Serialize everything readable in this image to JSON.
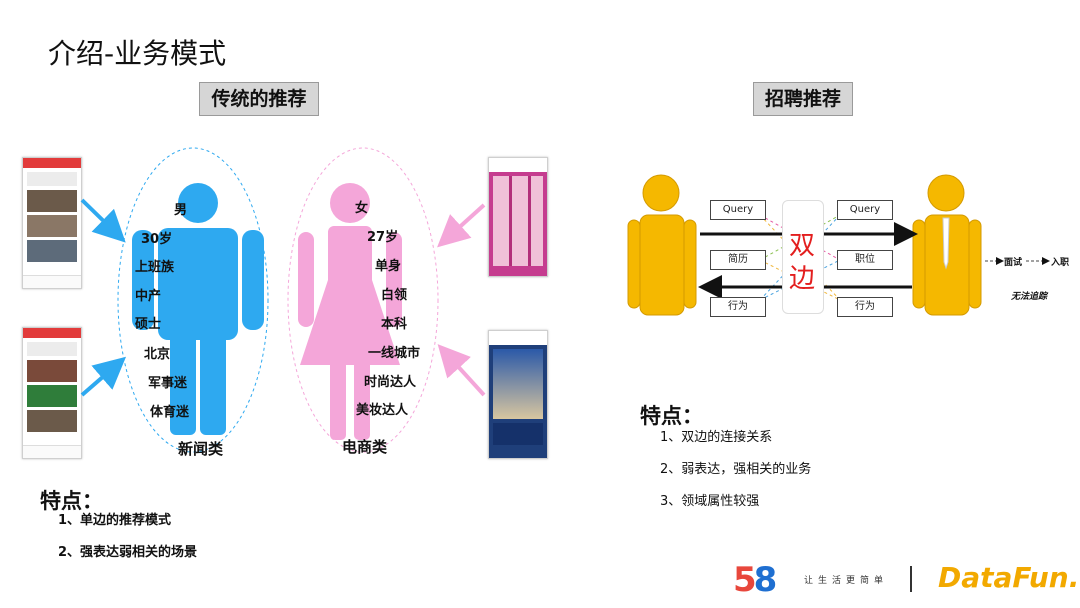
{
  "page": {
    "title": "介绍-业务模式"
  },
  "traditional": {
    "label": "传统的推荐",
    "male": {
      "attrs": [
        "男",
        "30岁",
        "上班族",
        "中产",
        "硕士",
        "北京",
        "军事迷",
        "体育迷"
      ],
      "caption": "新闻类",
      "color": "#2ea9f0"
    },
    "female": {
      "attrs": [
        "女",
        "27岁",
        "单身",
        "白领",
        "本科",
        "一线城市",
        "时尚达人",
        "美妆达人"
      ],
      "caption": "电商类",
      "color": "#f4a6d9"
    },
    "features": {
      "title": "特点：",
      "items": [
        "1、单边的推荐模式",
        "2、强表达弱相关的场景"
      ]
    }
  },
  "recruitment": {
    "label": "招聘推荐",
    "boxes": {
      "query_left": "Query",
      "query_right": "Query",
      "resume": "简历",
      "position": "职位",
      "behavior_left": "行为",
      "behavior_right": "行为"
    },
    "center_chars": [
      "双",
      "边"
    ],
    "interview": "面试",
    "onboard": "入职",
    "untraceable": "无法追踪",
    "person_color": "#f5b800",
    "features": {
      "title": "特点：",
      "items": [
        "1、双边的连接关系",
        "2、弱表达，强相关的业务",
        "3、领域属性较强"
      ]
    }
  },
  "footer": {
    "logo_58": "58",
    "slogan": "让生活更简单",
    "datafun": "DataFun."
  }
}
